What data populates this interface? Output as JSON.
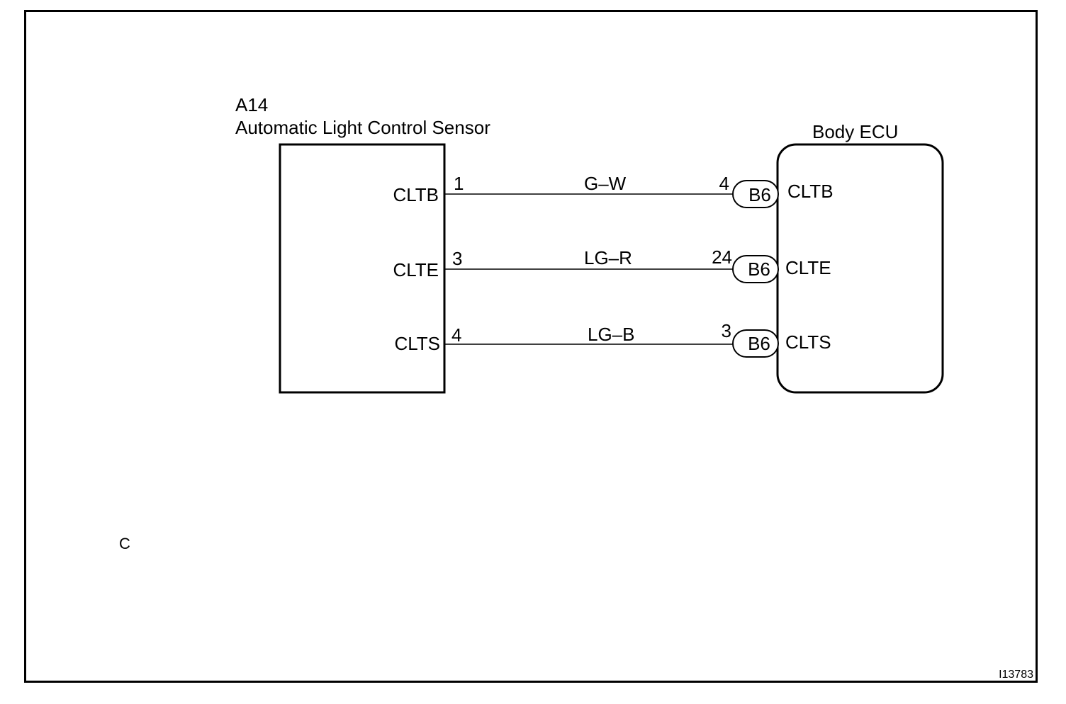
{
  "sensor": {
    "code": "A14",
    "name": "Automatic Light Control Sensor",
    "pins": [
      {
        "label": "CLTB",
        "number": "1"
      },
      {
        "label": "CLTE",
        "number": "3"
      },
      {
        "label": "CLTS",
        "number": "4"
      }
    ]
  },
  "ecu": {
    "name": "Body ECU",
    "pins": [
      {
        "label": "CLTB",
        "number": "4",
        "connector": "B6"
      },
      {
        "label": "CLTE",
        "number": "24",
        "connector": "B6"
      },
      {
        "label": "CLTS",
        "number": "3",
        "connector": "B6"
      }
    ]
  },
  "wires": [
    {
      "color_code": "G–W"
    },
    {
      "color_code": "LG–R"
    },
    {
      "color_code": "LG–B"
    }
  ],
  "footer": {
    "letter": "C",
    "figure_id": "I13783"
  }
}
